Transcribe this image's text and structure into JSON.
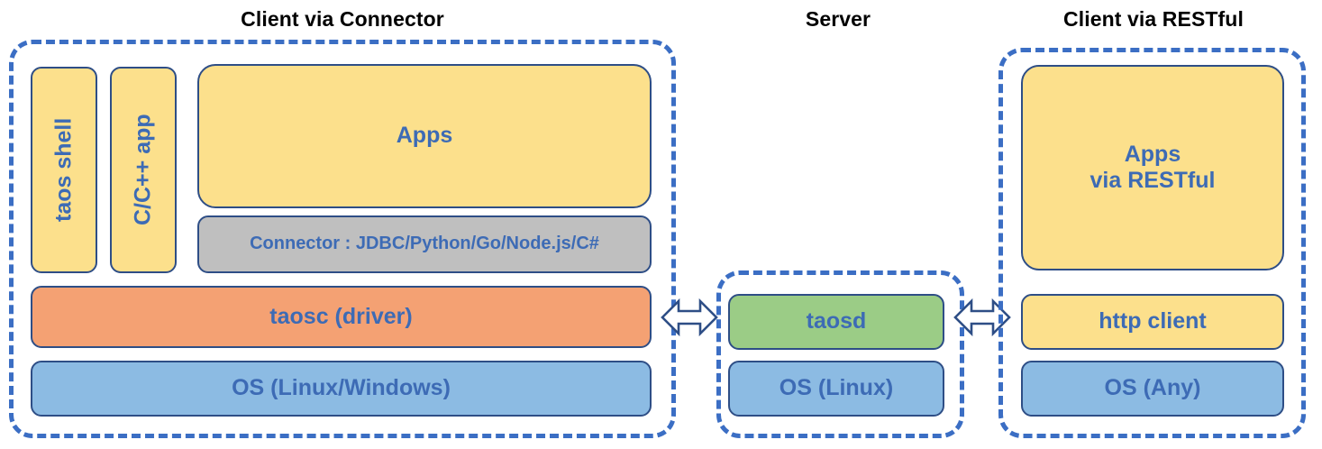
{
  "diagram": {
    "title_client_connector": "Client via Connector",
    "title_server": "Server",
    "title_client_restful": "Client via RESTful",
    "colors": {
      "dashed_border": "#3B6EC4",
      "box_border": "#2E4E86",
      "text": "#3D6BB5",
      "heading_text": "#000000",
      "yellow": "#FCE08C",
      "grey": "#BFBFBF",
      "orange": "#F4A173",
      "blue": "#8CBBE3",
      "green": "#9BCC86",
      "background": "#FFFFFF"
    },
    "client_connector": {
      "taos_shell": "taos shell",
      "c_cpp_app": "C/C++ app",
      "apps": "Apps",
      "connector": "Connector : JDBC/Python/Go/Node.js/C#",
      "taosc_driver": "taosc (driver)",
      "os": "OS (Linux/Windows)"
    },
    "server": {
      "taosd": "taosd",
      "os": "OS (Linux)"
    },
    "client_restful": {
      "apps": "Apps\nvia RESTful",
      "http_client": "http client",
      "os": "OS (Any)"
    },
    "connectors": {
      "left_arrow": "bidirectional-arrow",
      "right_arrow": "bidirectional-arrow"
    }
  }
}
